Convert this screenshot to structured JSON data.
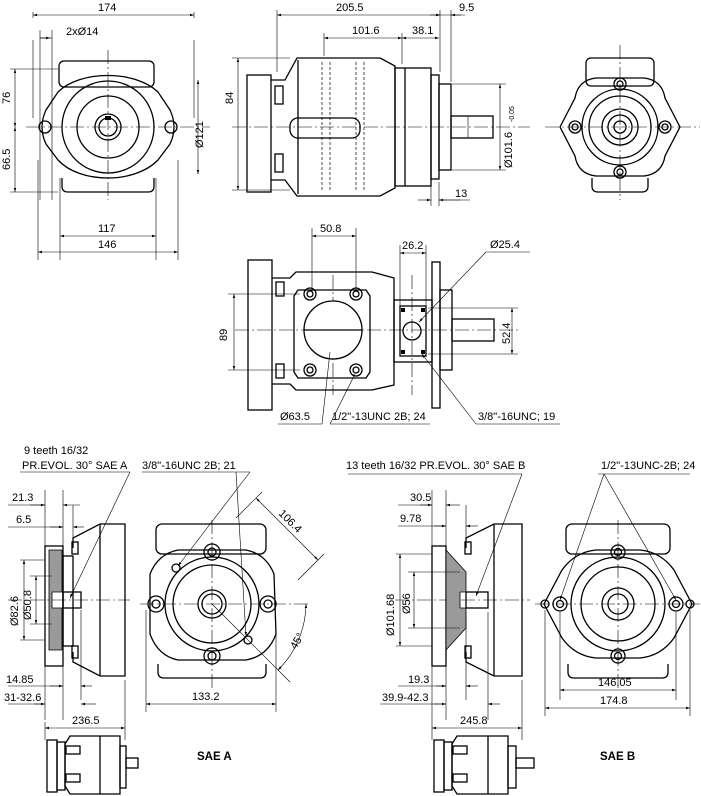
{
  "dimensions": {
    "front_top": {
      "overall_width": "174",
      "holes": "2xØ14",
      "height_upper": "76",
      "height_lower": "66.5",
      "bolt_spacing": "117",
      "flange_width": "146"
    },
    "side_top": {
      "overall_length": "205.5",
      "shaft_protrusion": "9.5",
      "length_to_flange": "101.6",
      "flange_offset": "38.1",
      "height": "84",
      "body_diameter": "Ø121",
      "pilot_diameter": "Ø101.6",
      "pilot_tolerance": "-0.05",
      "flange_thickness": "13"
    },
    "plan_view": {
      "port_offset": "50.8",
      "port_offset_2": "26.2",
      "port_diameter": "Ø25.4",
      "height": "89",
      "port_spacing": "52.4",
      "inlet_diameter": "Ø63.5",
      "thread_1": "1/2\"-13UNC 2B; 24",
      "thread_2": "3/8\"-16UNC; 19"
    },
    "sae_a": {
      "spline": "9 teeth 16/32",
      "spline_2": "PR.EVOL. 30° SAE A",
      "thread": "3/8\"-16UNC 2B; 21",
      "d1": "21.3",
      "d2": "6.5",
      "diameter_1": "Ø82.6",
      "diameter_2": "Ø50.8",
      "d3": "14.85",
      "d4": "31-32.6",
      "diagonal": "106.4",
      "angle": "45°",
      "width": "133.2",
      "length": "236.5",
      "label": "SAE A"
    },
    "sae_b": {
      "spline": "13 teeth 16/32 PR.EVOL. 30° SAE B",
      "thread": "1/2\"-13UNC-2B; 24",
      "d1": "30.5",
      "d2": "9.78",
      "diameter_1": "Ø101.68",
      "diameter_2": "Ø56",
      "d3": "19.3",
      "d4": "39.9-42.3",
      "width_1": "146.05",
      "width_2": "174.8",
      "length": "245.8",
      "label": "SAE B"
    }
  }
}
